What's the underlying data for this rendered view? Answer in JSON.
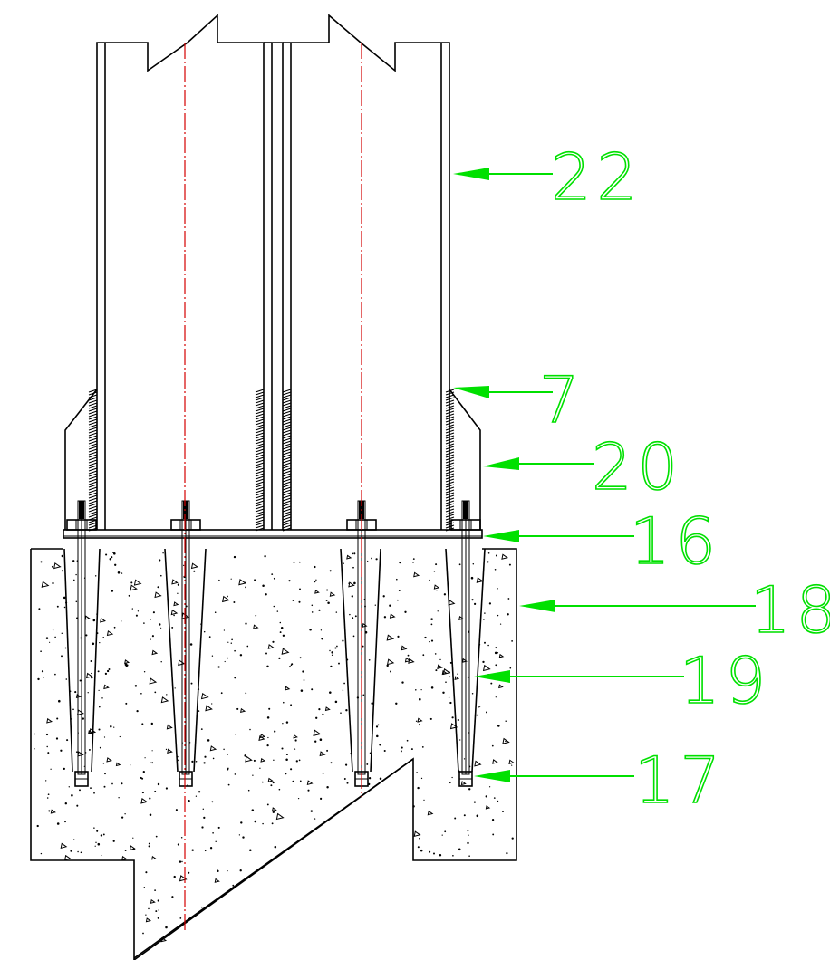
{
  "callouts": [
    {
      "id": "22",
      "label": "22"
    },
    {
      "id": "7",
      "label": "7"
    },
    {
      "id": "20",
      "label": "20"
    },
    {
      "id": "16",
      "label": "16"
    },
    {
      "id": "18",
      "label": "18"
    },
    {
      "id": "19",
      "label": "19"
    },
    {
      "id": "17",
      "label": "17"
    }
  ],
  "colors": {
    "callout": "#00e000",
    "centerline": "#d40000",
    "outline": "#000000"
  }
}
